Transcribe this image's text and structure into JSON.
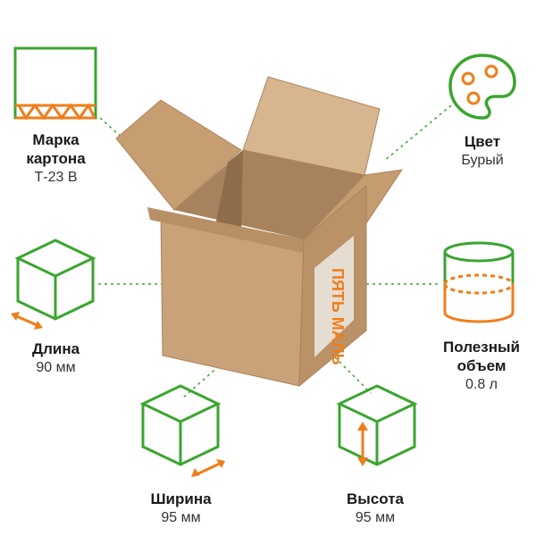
{
  "colors": {
    "green": "#3aa52f",
    "orange": "#f07d1a",
    "cardboard": "#c9a27a"
  },
  "box_print": "ПЯТЬ МАЛЬ",
  "specs": {
    "grade": {
      "title_line1": "Марка",
      "title_line2": "картона",
      "value": "Т-23 В",
      "icon": "corrugated-cardboard-icon"
    },
    "color": {
      "title": "Цвет",
      "value": "Бурый",
      "icon": "palette-icon"
    },
    "length": {
      "title": "Длина",
      "value": "90 мм",
      "icon": "cube-length-icon"
    },
    "volume": {
      "title_line1": "Полезный",
      "title_line2": "объем",
      "value": "0.8 л",
      "icon": "cylinder-volume-icon"
    },
    "width": {
      "title": "Ширина",
      "value": "95 мм",
      "icon": "cube-width-icon"
    },
    "height": {
      "title": "Высота",
      "value": "95 мм",
      "icon": "cube-height-icon"
    }
  }
}
